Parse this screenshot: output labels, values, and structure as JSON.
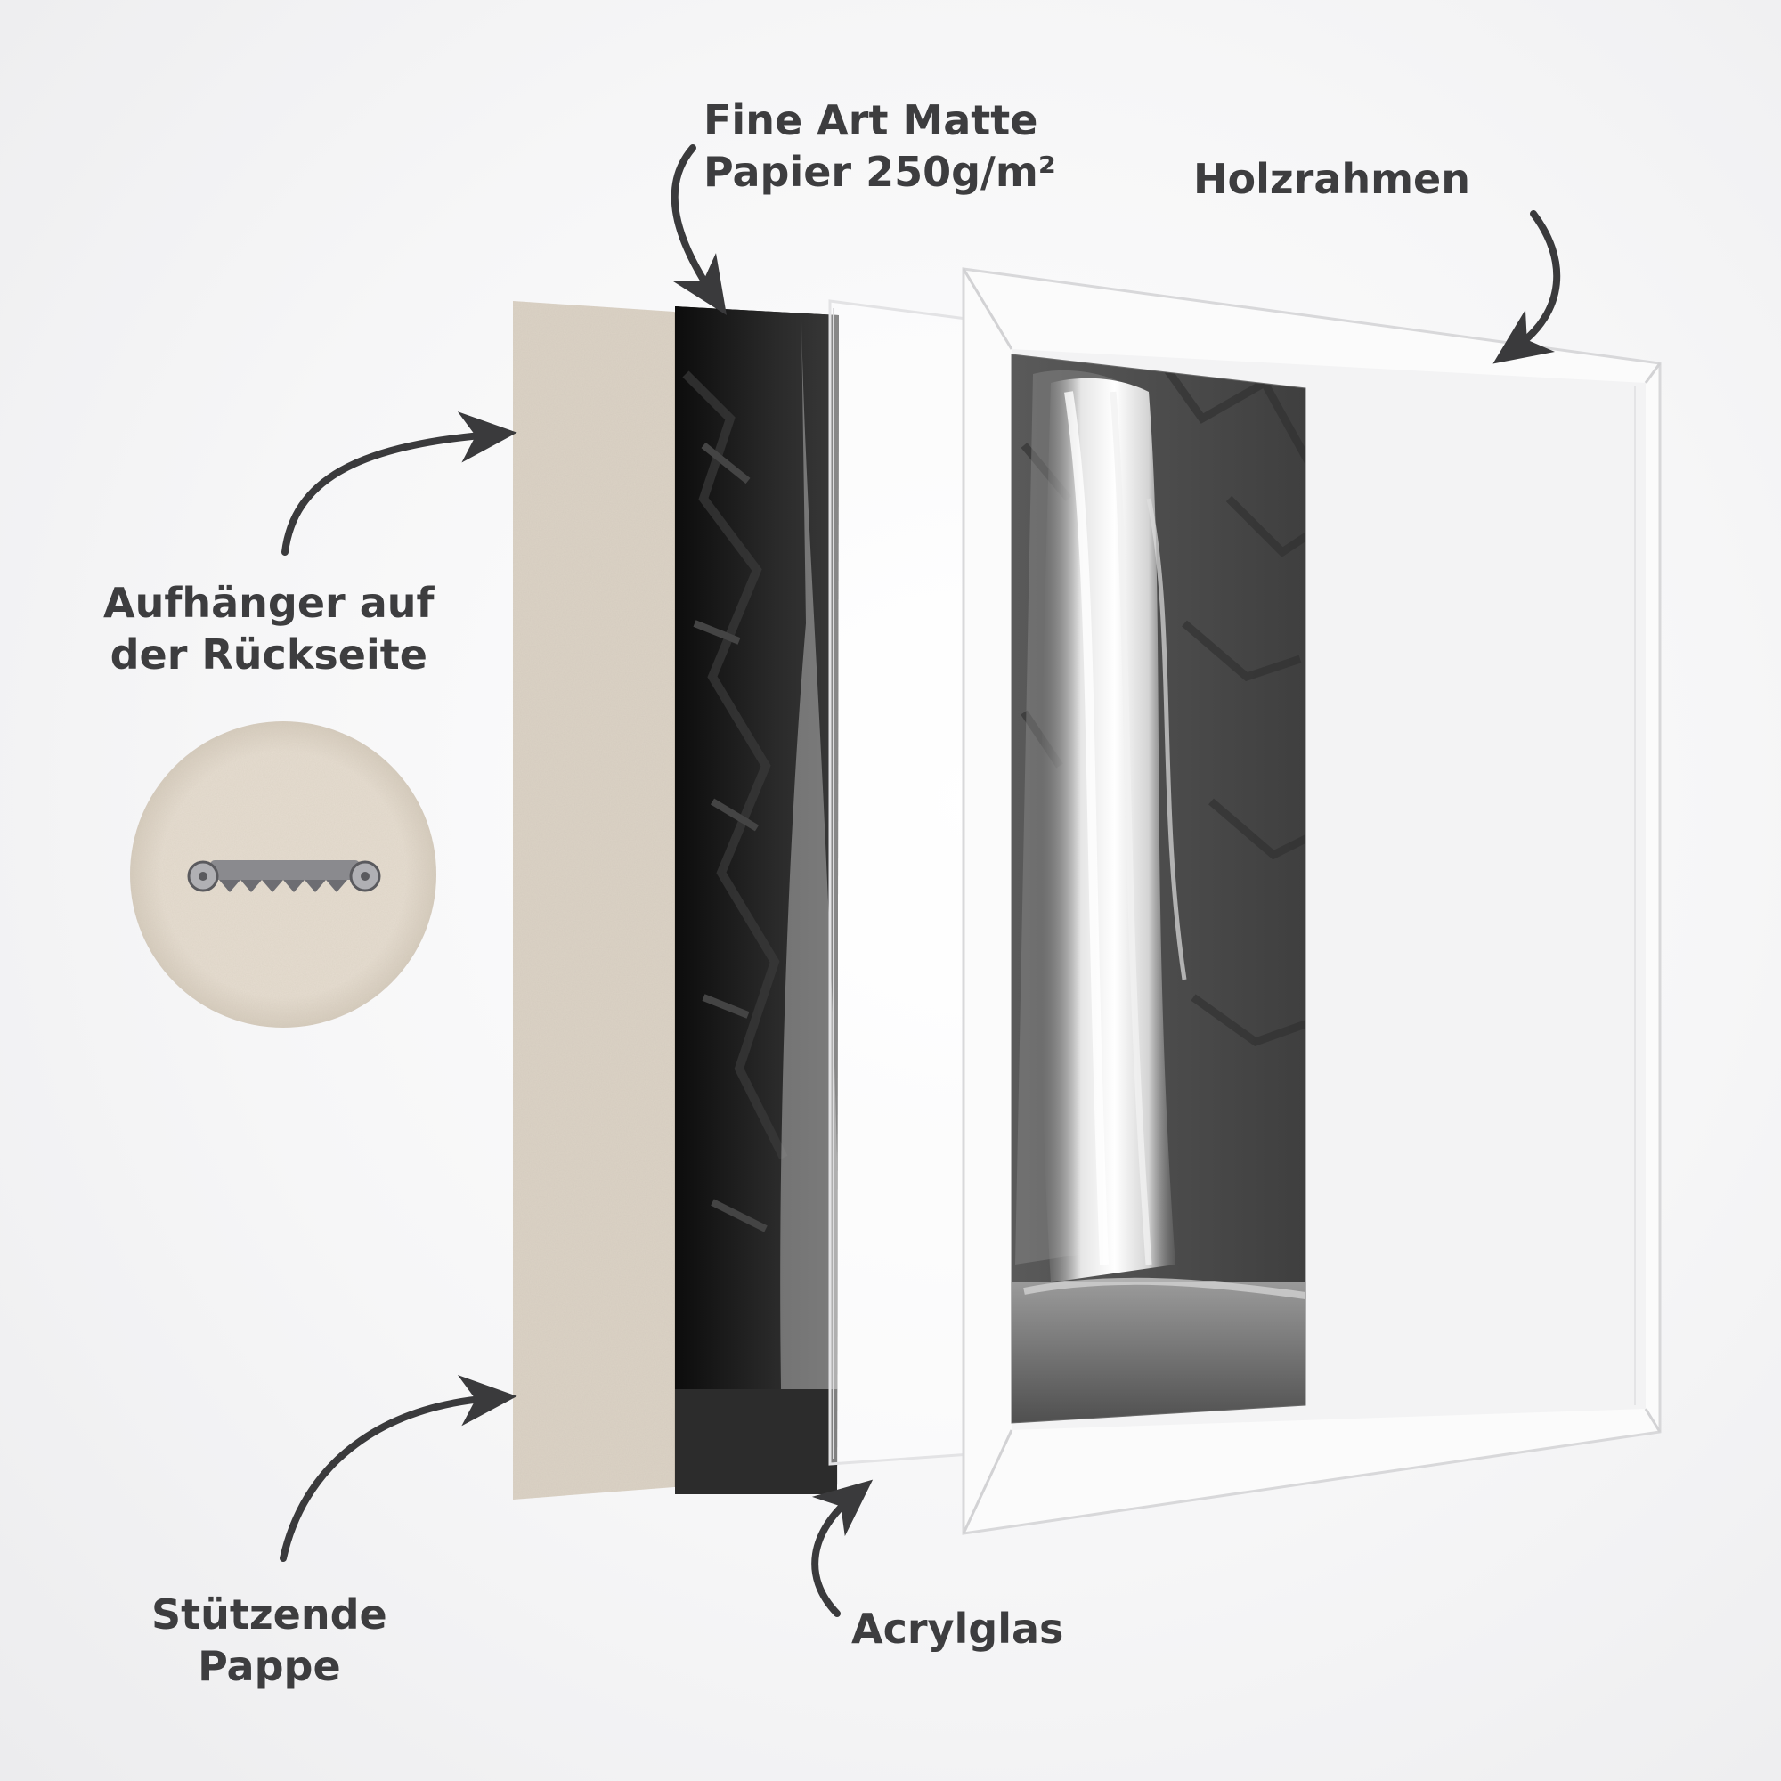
{
  "labels": {
    "paper": {
      "line1": "Fine Art Matte",
      "line2": "Papier 250g/m²"
    },
    "frame": "Holzrahmen",
    "hanger": {
      "line1": "Aufhänger auf",
      "line2": "der Rückseite"
    },
    "backing": {
      "line1": "Stützende",
      "line2": "Pappe"
    },
    "acrylic": "Acrylglas"
  },
  "colors": {
    "label_text": "#3d3d3f",
    "arrow": "#3a3a3c",
    "cardboard": "#dcd3c6",
    "frame_white": "#fbfbfb",
    "print_dark": "#1c1c1c"
  },
  "icons": {
    "hanger": "sawtooth-hanger-icon"
  }
}
